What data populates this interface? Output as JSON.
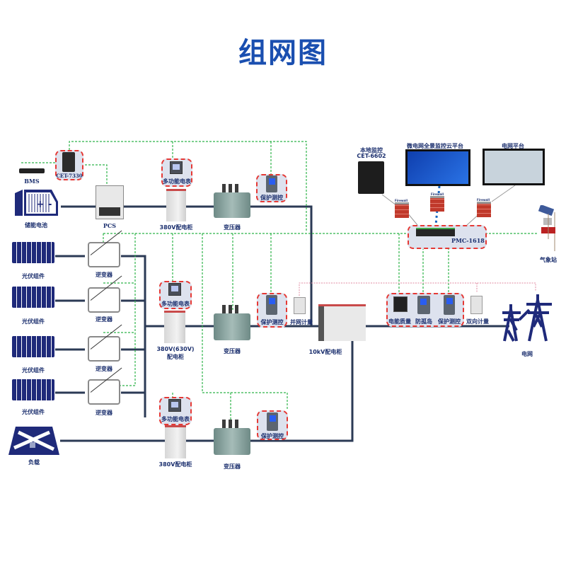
{
  "title": "组网图",
  "colors": {
    "title": "#1a4fb0",
    "power_line": "#2b3a55",
    "comm_line": "#2fb34a",
    "metering_line": "#e08aa0",
    "highlight_border": "#e53935",
    "icon_blue": "#1f2a7a"
  },
  "storage": {
    "bms": "BMS",
    "battery": "储能电池",
    "gateway": "CET-7330",
    "pcs": "PCS",
    "meter": "多功能电表",
    "cabinet": "380V配电柜",
    "transformer": "变压器",
    "relay": "保护测控"
  },
  "pv": {
    "panel_label": "光伏组件",
    "inverter_label": "逆变器",
    "strings": 4,
    "meter": "多功能电表",
    "cabinet_line1": "380V(630V)",
    "cabinet_line2": "配电柜",
    "transformer": "变压器",
    "relay": "保护测控",
    "grid_meter": "并网计量"
  },
  "load": {
    "label": "负载",
    "meter": "多功能电表",
    "cabinet": "380V配电柜",
    "transformer": "变压器",
    "relay": "保护测控"
  },
  "switchgear": "10kV配电柜",
  "grid_side": {
    "power_quality": "电能质量",
    "anti_islanding": "防孤岛",
    "relay": "保护测控",
    "bidirectional_meter": "双向计量",
    "grid": "电网"
  },
  "monitoring": {
    "local_title": "本地监控",
    "local_model": "CET-6602",
    "cloud": "微电网全景监控云平台",
    "grid_platform": "电网平台",
    "firewall": "Firewall",
    "switch": "PMC-1618",
    "weather": "气象站"
  }
}
